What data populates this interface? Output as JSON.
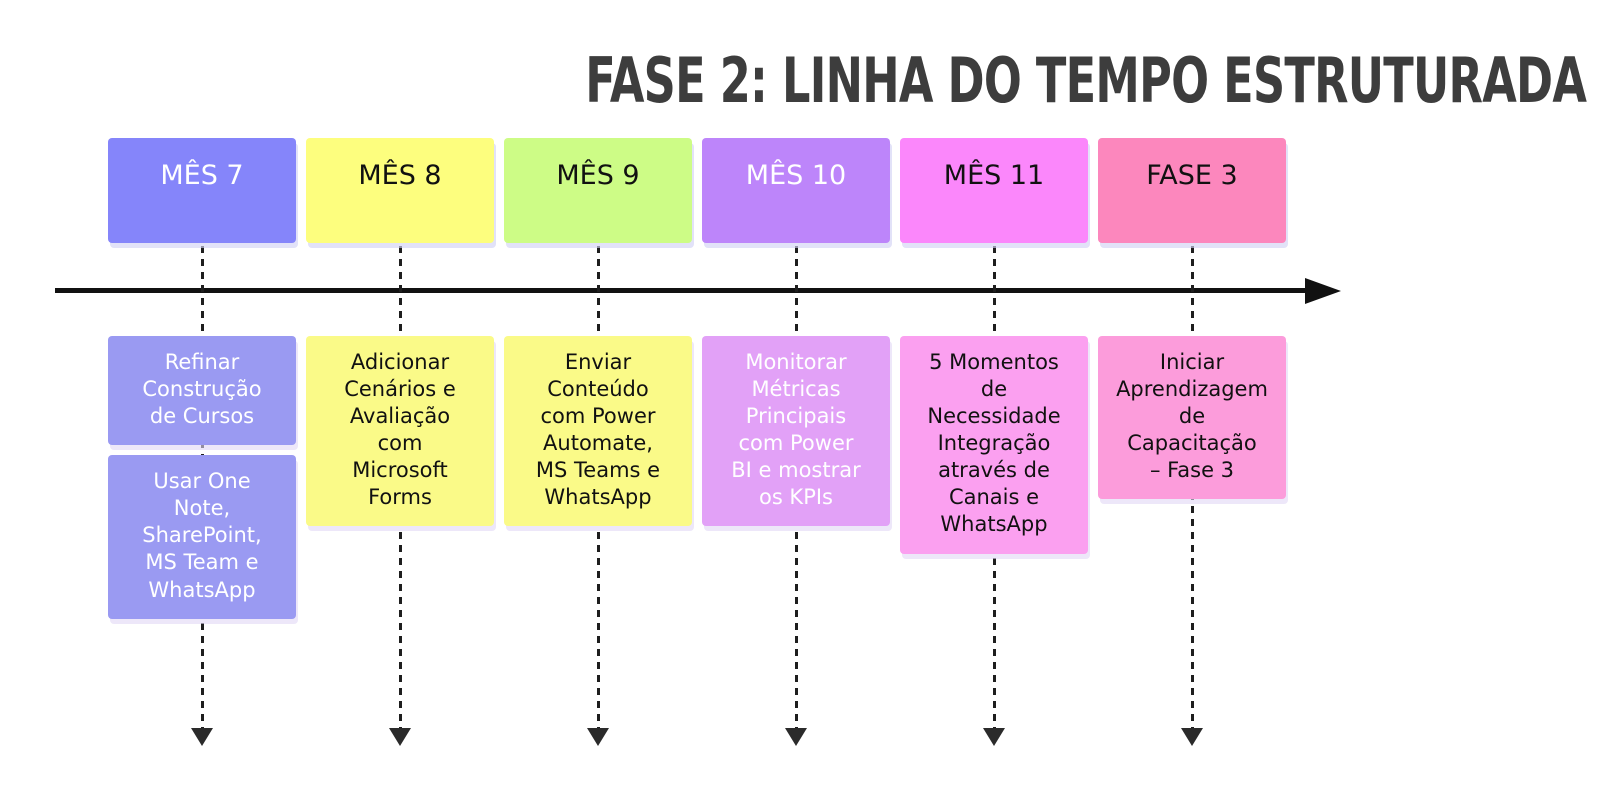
{
  "title": "FASE 2: LINHA DO TEMPO ESTRUTURADA",
  "title_color": "#3d3d3d",
  "axis": {
    "color": "#111111",
    "dash_color": "#1e1e1e"
  },
  "timeline": {
    "columns": [
      {
        "header": "MÊS 7",
        "header_bg": "#8585fa",
        "header_fg": "#ffffff",
        "notes": [
          {
            "text": "Refinar\nConstrução\nde Cursos",
            "bg": "#9a9af2",
            "fg": "#ffffff"
          },
          {
            "text": "Usar One\nNote,\nSharePoint,\nMS Team e\nWhatsApp",
            "bg": "#9a9af2",
            "fg": "#ffffff"
          }
        ]
      },
      {
        "header": "MÊS 8",
        "header_bg": "#fdfe7e",
        "header_fg": "#111111",
        "notes": [
          {
            "text": "Adicionar\nCenários e\nAvaliação\ncom\nMicrosoft\nForms",
            "bg": "#fafa88",
            "fg": "#111111"
          }
        ]
      },
      {
        "header": "MÊS 9",
        "header_bg": "#cdfc86",
        "header_fg": "#111111",
        "notes": [
          {
            "text": "Enviar\nConteúdo\ncom Power\nAutomate,\nMS Teams e\nWhatsApp",
            "bg": "#fafa88",
            "fg": "#111111"
          }
        ]
      },
      {
        "header": "MÊS 10",
        "header_bg": "#bd85fa",
        "header_fg": "#ffffff",
        "notes": [
          {
            "text": "Monitorar\nMétricas\nPrincipais\ncom Power\nBI e mostrar\nos KPIs",
            "bg": "#e2a1f7",
            "fg": "#ffffff"
          }
        ]
      },
      {
        "header": "MÊS 11",
        "header_bg": "#fb87fb",
        "header_fg": "#111111",
        "notes": [
          {
            "text": "5 Momentos\nde\nNecessidade\nIntegração\natravés de\nCanais e\nWhatsApp",
            "bg": "#fba0f0",
            "fg": "#111111"
          }
        ]
      },
      {
        "header": "FASE 3",
        "header_bg": "#fc87bd",
        "header_fg": "#111111",
        "notes": [
          {
            "text": "Iniciar\nAprendizagem\nde\nCapacitação\n– Fase 3",
            "bg": "#fc9cdb",
            "fg": "#111111"
          }
        ]
      }
    ]
  }
}
